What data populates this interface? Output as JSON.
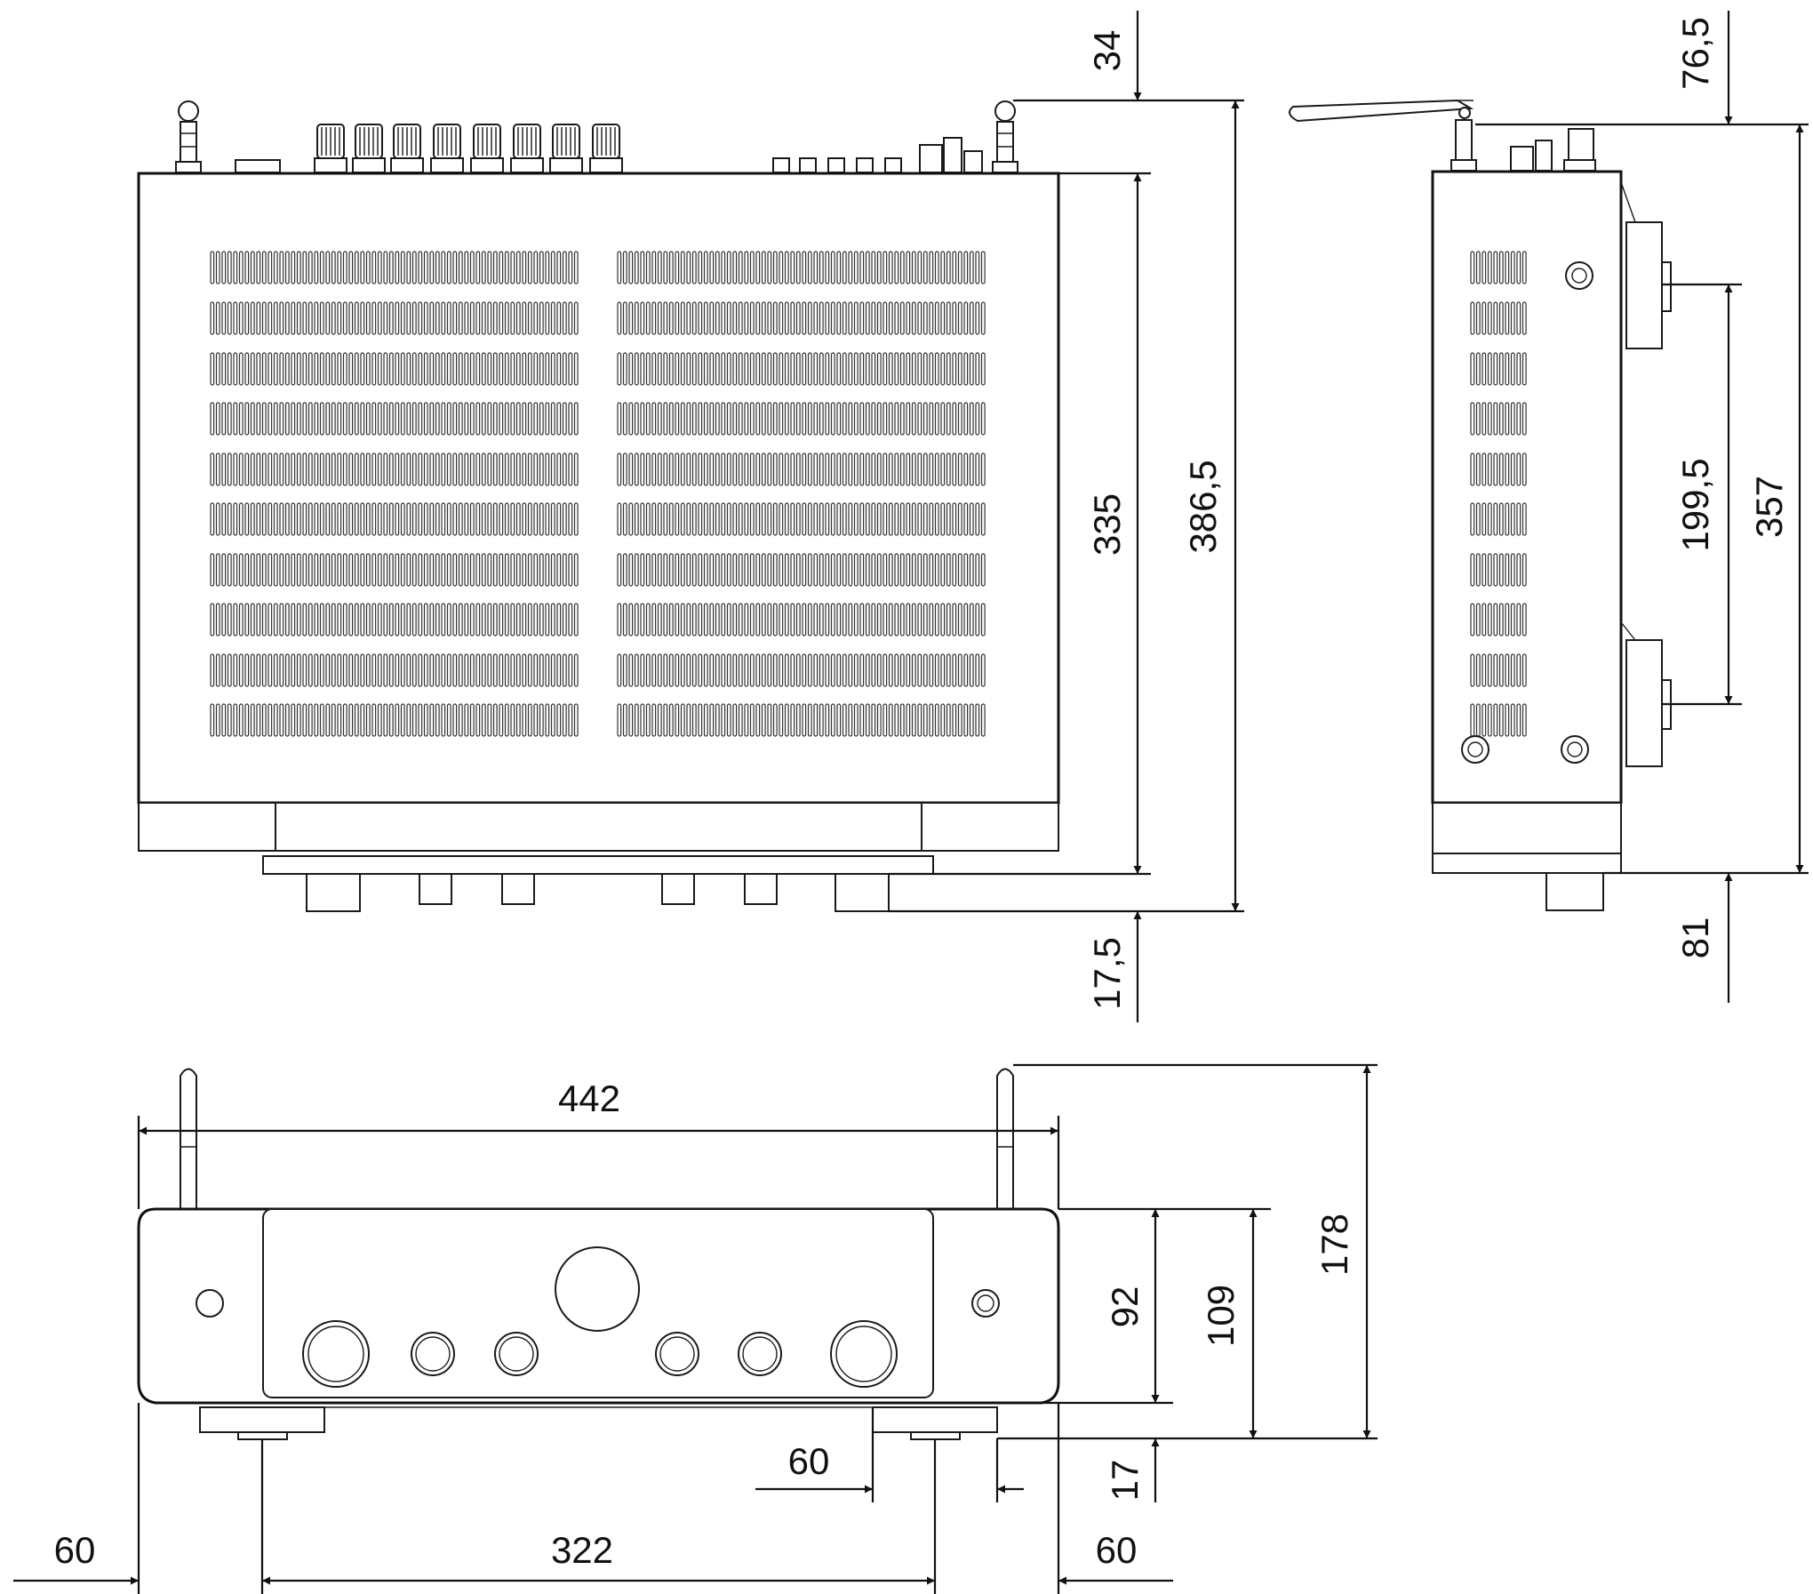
{
  "dimensions": {
    "top_view": {
      "rear_protrusion": "34",
      "body_depth": "335",
      "total_depth": "386,5",
      "front_protrusion": "17,5"
    },
    "side_view": {
      "antenna_height": "76,5",
      "foot_spacing": "199,5",
      "depth_to_front": "357",
      "front_offset": "81"
    },
    "front_view": {
      "width": "442",
      "panel_height": "92",
      "body_height": "109",
      "total_height": "178",
      "foot_height": "17",
      "foot_width": "60",
      "left_foot_offset": "60",
      "foot_spacing": "322",
      "right_foot_offset": "60"
    }
  }
}
